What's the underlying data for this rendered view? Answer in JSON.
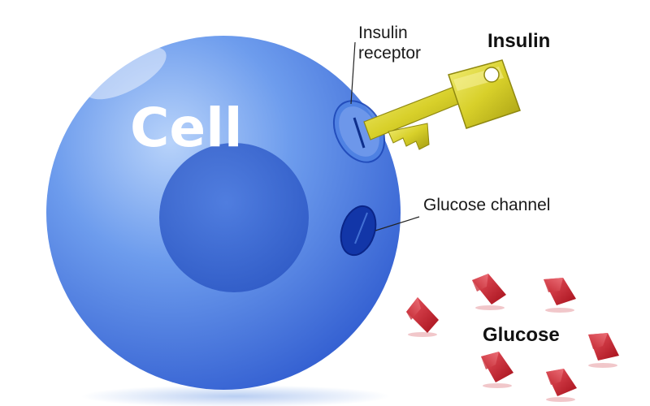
{
  "labels": {
    "cell": "Cell",
    "insulin_receptor_line1": "Insulin",
    "insulin_receptor_line2": "receptor",
    "insulin": "Insulin",
    "glucose_channel": "Glucose channel",
    "glucose": "Glucose"
  },
  "colors": {
    "cell_light": "#a9c9f7",
    "cell_mid": "#5b8ee8",
    "cell_dark": "#2f5fcf",
    "nucleus": "#3463cc",
    "channel": "#1236a8",
    "key": "#d9d32a",
    "glucose": "#c8202a"
  },
  "icons": {
    "key": "key-icon",
    "glucose_molecule": "glucose-molecule-icon"
  }
}
